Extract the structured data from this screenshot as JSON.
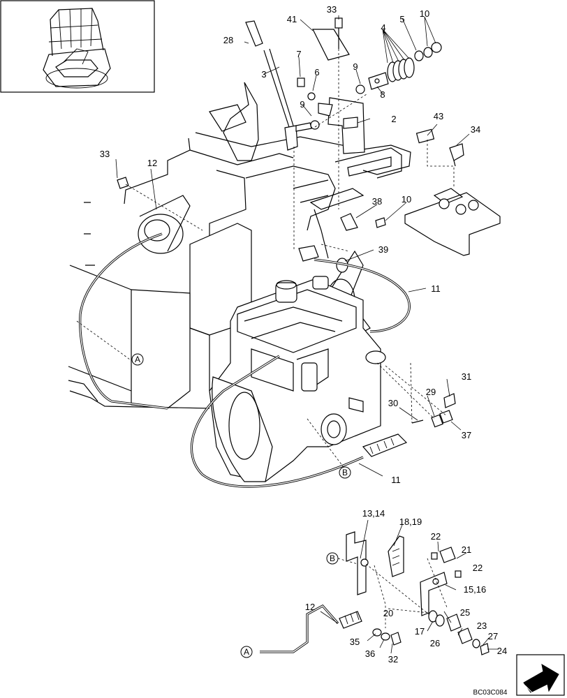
{
  "drawing_code": "BC03C084",
  "callouts": {
    "c33a": "33",
    "c41": "41",
    "c5": "5",
    "c10a": "10",
    "c28": "28",
    "c4": "4",
    "c7": "7",
    "c6": "6",
    "c9a": "9",
    "c8": "8",
    "c3": "3",
    "c9b": "9",
    "c2": "2",
    "c43": "43",
    "c34": "34",
    "c33b": "33",
    "c12a": "12",
    "c38": "38",
    "c10b": "10",
    "c39": "39",
    "c11a": "11",
    "c31": "31",
    "c29": "29",
    "c30": "30",
    "c37": "37",
    "c11b": "11",
    "c1314": "13,14",
    "c1819": "18,19",
    "c22a": "22",
    "c21": "21",
    "c22b": "22",
    "c1516": "15,16",
    "c20": "20",
    "c12b": "12",
    "c25": "25",
    "c23": "23",
    "c17": "17",
    "c26": "26",
    "c27": "27",
    "c24": "24",
    "c35": "35",
    "c36": "36",
    "c32": "32"
  },
  "connection_markers": {
    "a_upper": "A",
    "b_upper": "B",
    "b_lower": "B",
    "a_lower": "A"
  }
}
